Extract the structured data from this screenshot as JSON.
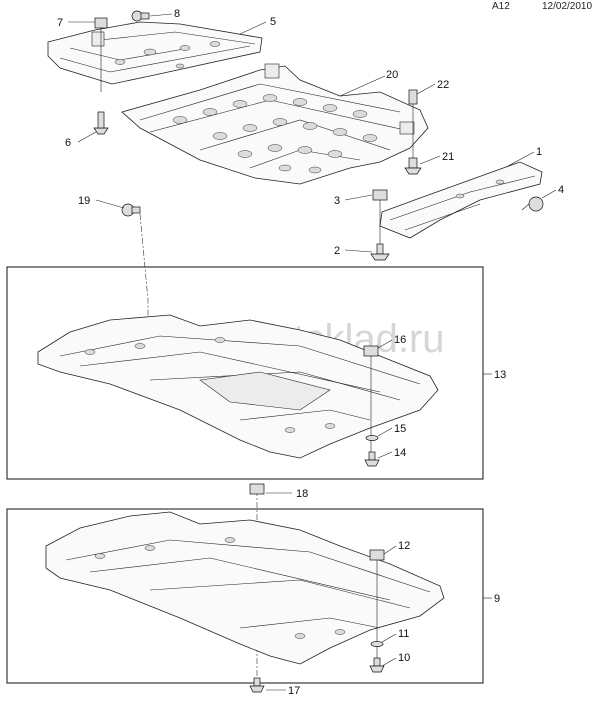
{
  "header": {
    "code": "A12",
    "date": "12/02/2010"
  },
  "watermark": "www.partsklad.ru",
  "callouts": [
    "1",
    "2",
    "3",
    "4",
    "5",
    "6",
    "7",
    "8",
    "9",
    "10",
    "11",
    "12",
    "13",
    "14",
    "15",
    "16",
    "17",
    "18",
    "19",
    "20",
    "21",
    "22"
  ]
}
